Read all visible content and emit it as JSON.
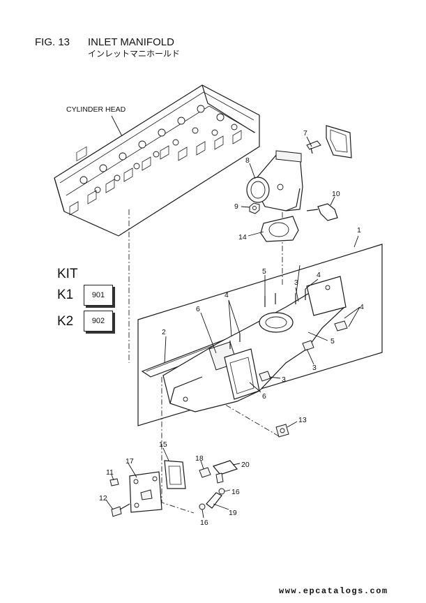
{
  "figure": {
    "number": "FIG. 13",
    "title": "INLET MANIFOLD",
    "title_jp": "インレットマニホールド"
  },
  "labels": {
    "cylinder_head": "CYLINDER HEAD"
  },
  "kit": {
    "title": "KIT",
    "items": [
      {
        "label": "K1",
        "code": "901"
      },
      {
        "label": "K2",
        "code": "902"
      }
    ]
  },
  "callouts": [
    "1",
    "2",
    "3",
    "3",
    "3",
    "4",
    "4",
    "4",
    "5",
    "5",
    "6",
    "6",
    "7",
    "8",
    "9",
    "10",
    "11",
    "12",
    "13",
    "14",
    "15",
    "16",
    "16",
    "17",
    "18",
    "19",
    "20"
  ],
  "watermark": "www.epcatalogs.com"
}
